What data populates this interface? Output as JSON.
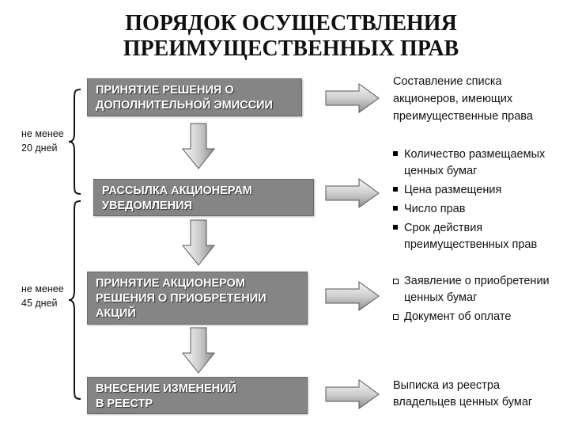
{
  "title": {
    "line1": "ПОРЯДОК ОСУЩЕСТВЛЕНИЯ",
    "line2": "ПРЕИМУЩЕСТВЕННЫХ ПРАВ"
  },
  "steps": [
    {
      "lines": [
        "ПРИНЯТИЕ РЕШЕНИЯ О",
        "ДОПОЛНИТЕЛЬНОЙ ЭМИССИИ"
      ]
    },
    {
      "lines": [
        "РАССЫЛКА АКЦИОНЕРАМ",
        "УВЕДОМЛЕНИЯ"
      ]
    },
    {
      "lines": [
        "ПРИНЯТИЕ АКЦИОНЕРОМ",
        "РЕШЕНИЯ О ПРИОБРЕТЕНИИ",
        "АКЦИЙ"
      ]
    },
    {
      "lines": [
        "ВНЕСЕНИЕ ИЗМЕНЕНИЙ",
        "В РЕЕСТР"
      ]
    }
  ],
  "notes": {
    "step1": [
      "Составление списка",
      "акционеров, имеющих",
      "преимущественные права"
    ],
    "step2_bullets": [
      [
        "Количество размещаемых",
        "ценных бумаг"
      ],
      [
        "Цена размещения"
      ],
      [
        "Число прав"
      ],
      [
        "Срок действия",
        "преимущественных прав"
      ]
    ],
    "step3_bullets": [
      [
        "Заявление о приобретении",
        "ценных бумаг"
      ],
      [
        "Документ об оплате"
      ]
    ],
    "step4": [
      "Выписка из реестра",
      "владельцев ценных бумаг"
    ]
  },
  "braces": {
    "first": [
      "не менее",
      "20 дней"
    ],
    "second": [
      "не менее",
      "45 дней"
    ]
  },
  "colors": {
    "box": "#858585",
    "arrow_light": "#f4f4f4",
    "arrow_dark": "#9a9a9a",
    "arrow_stroke": "#555555"
  }
}
